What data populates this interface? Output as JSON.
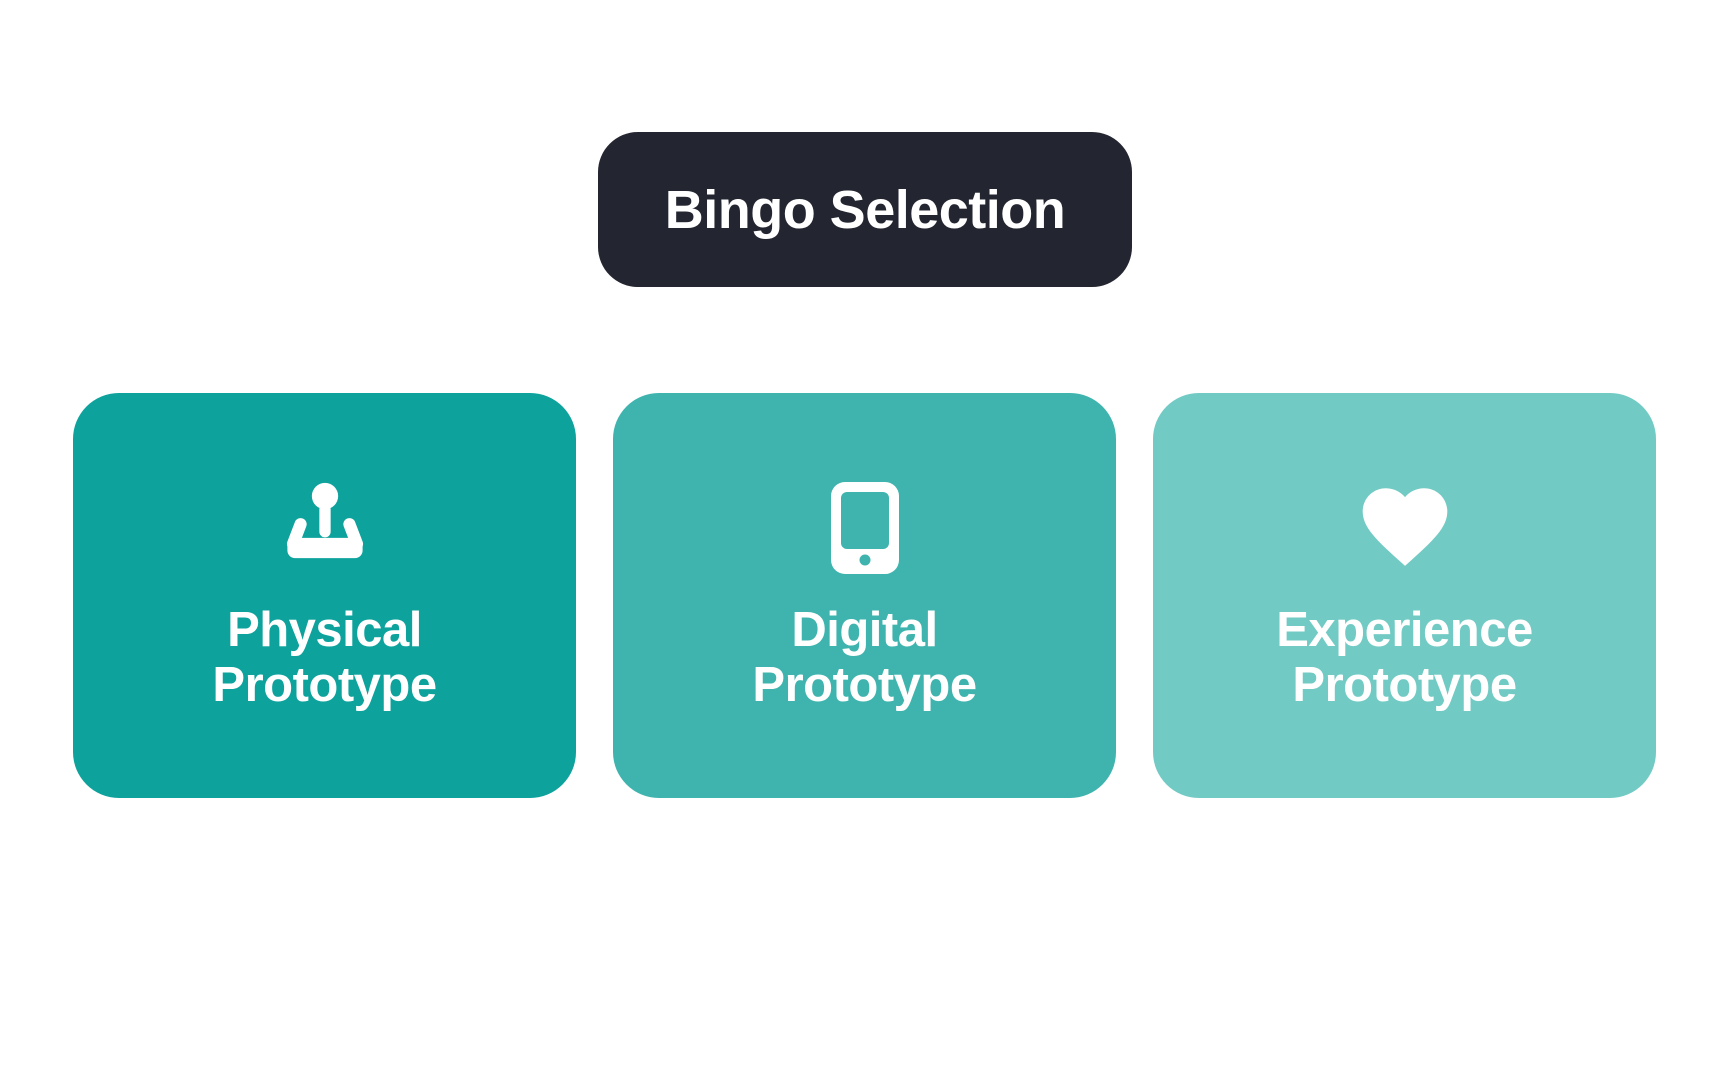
{
  "header": {
    "title": "Bingo Selection"
  },
  "theme": {
    "page_background": "#ffffff",
    "banner_background": "#232530",
    "text_color": "#ffffff"
  },
  "cards": [
    {
      "title": "Physical Prototype",
      "lines": [
        "Physical",
        "Prototype"
      ],
      "icon": "joystick-icon",
      "color": "#0EA29D"
    },
    {
      "title": "Digital Prototype",
      "lines": [
        "Digital",
        "Prototype"
      ],
      "icon": "tablet-icon",
      "color": "#3FB4AE"
    },
    {
      "title": "Experience Prototype",
      "lines": [
        "Experience",
        "Prototype"
      ],
      "icon": "heart-icon",
      "color": "#72CAC4"
    }
  ]
}
